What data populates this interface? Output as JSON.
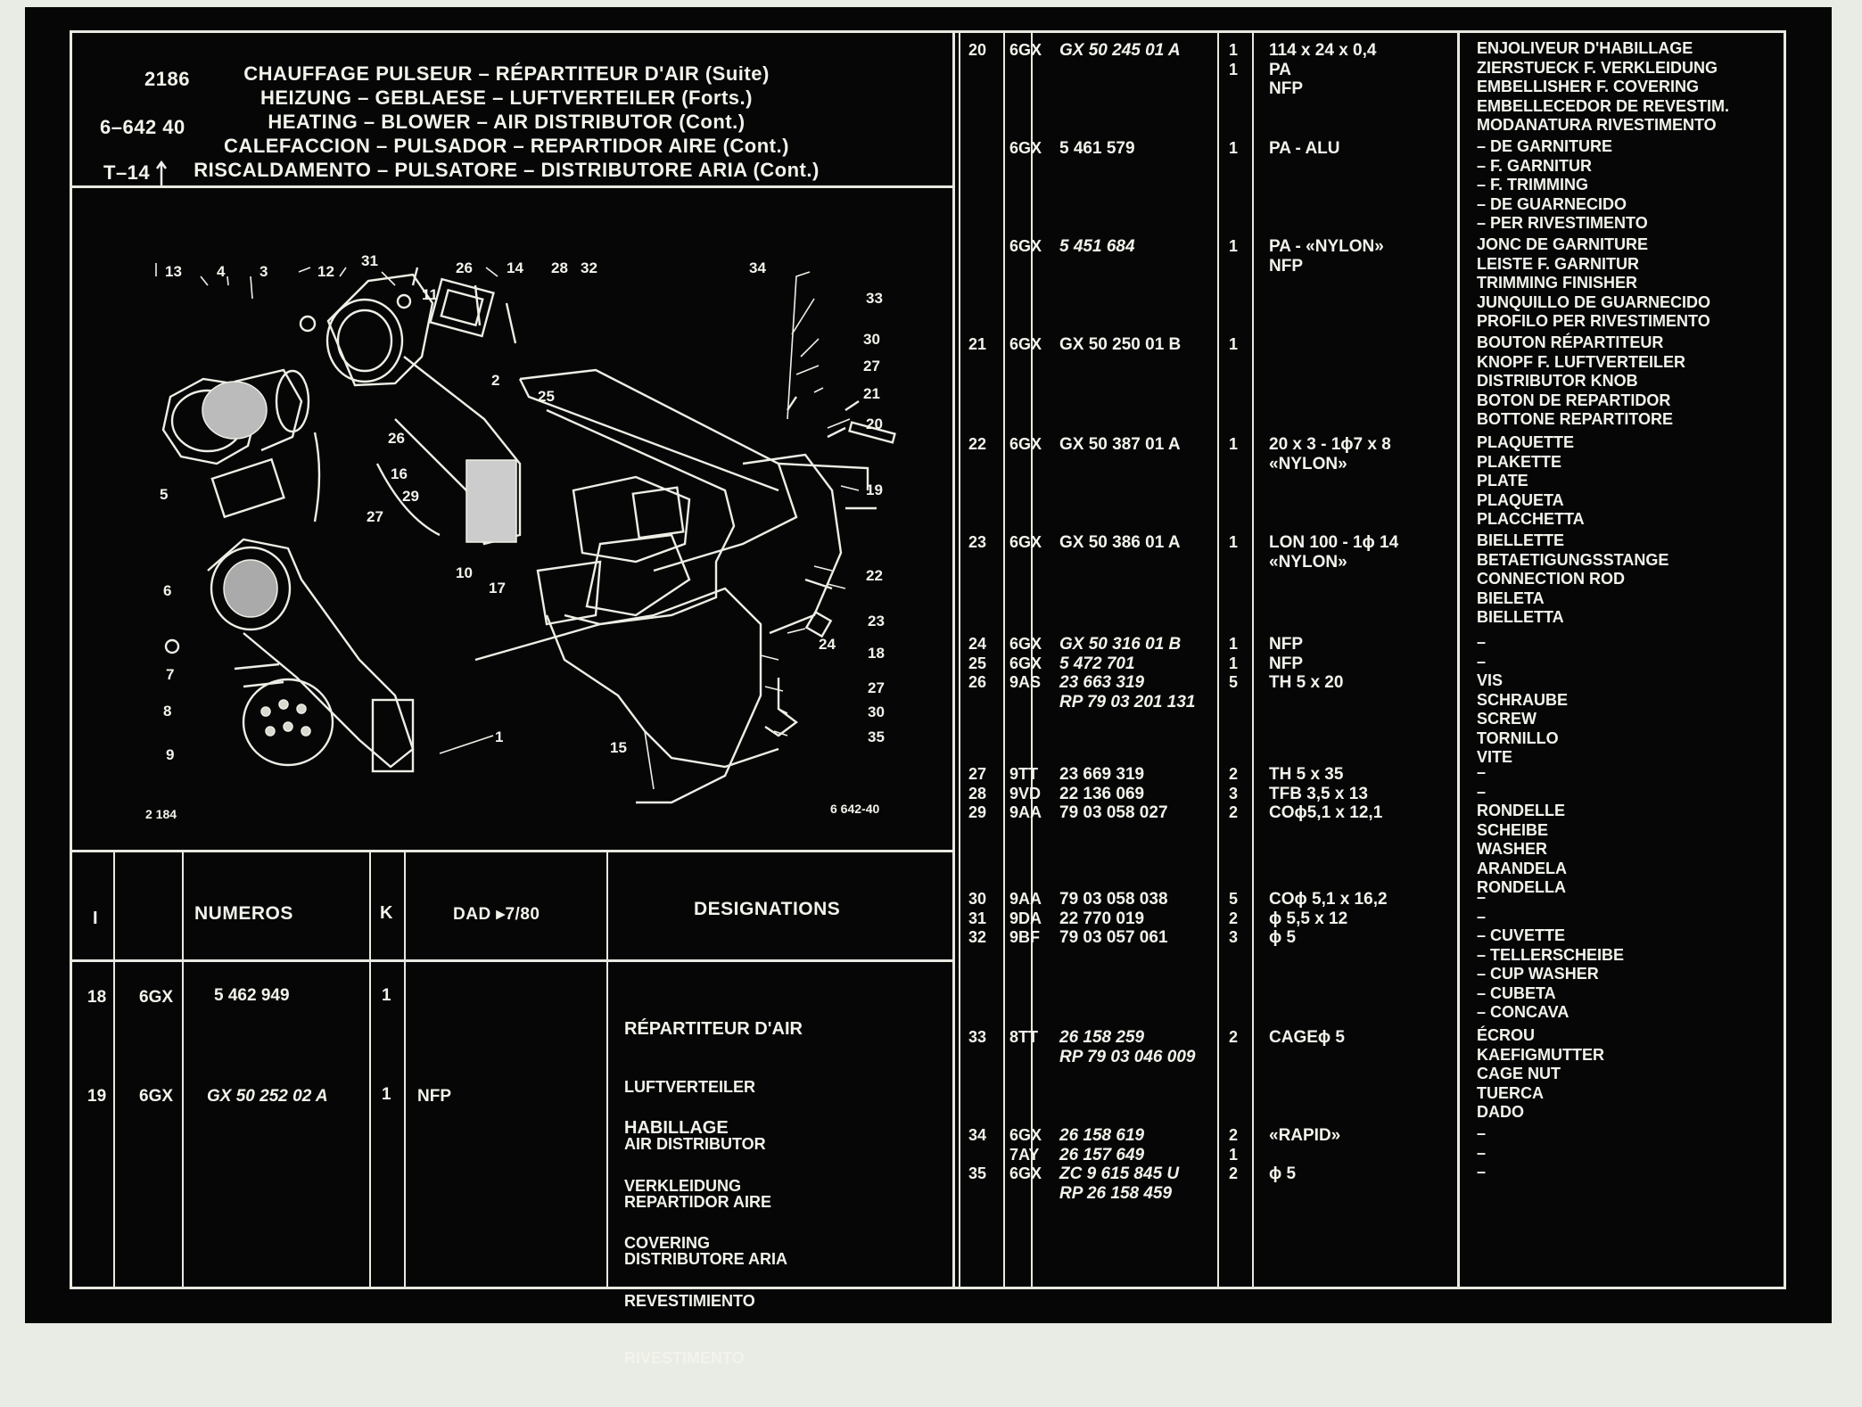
{
  "header": {
    "code_top": "2186",
    "code_mid": "6–642 40",
    "code_ref": "T–14",
    "lines": [
      "CHAUFFAGE  PULSEUR – RÉPARTITEUR D'AIR (Suite)",
      "HEIZUNG – GEBLAESE – LUFTVERTEILER (Forts.)",
      "HEATING – BLOWER – AIR DISTRIBUTOR (Cont.)",
      "CALEFACCION – PULSADOR – REPARTIDOR AIRE (Cont.)",
      "RISCALDAMENTO – PULSATORE – DISTRIBUTORE ARIA (Cont.)"
    ]
  },
  "diagram": {
    "ref_left": "2 184",
    "ref_right": "6 642-40",
    "callouts": [
      "13",
      "4",
      "3",
      "12",
      "31",
      "26",
      "14",
      "28",
      "32",
      "34",
      "33",
      "30",
      "27",
      "21",
      "20",
      "19",
      "22",
      "23",
      "24",
      "18",
      "27",
      "30",
      "35",
      "15",
      "1",
      "17",
      "10",
      "27",
      "29",
      "16",
      "26",
      "25",
      "2",
      "11",
      "5",
      "6",
      "7",
      "8",
      "9"
    ]
  },
  "columns": {
    "i": "I",
    "numeros": "NUMEROS",
    "k": "K",
    "dad": "DAD ▸7/80",
    "designations": "DESIGNATIONS"
  },
  "left_rows": [
    {
      "i": "18",
      "pref": "6GX",
      "num": "5 462 949",
      "k": "1",
      "dad": "",
      "desc": [
        "RÉPARTITEUR D'AIR",
        "LUFTVERTEILER",
        "AIR DISTRIBUTOR",
        "REPARTIDOR AIRE",
        "DISTRIBUTORE ARIA"
      ]
    },
    {
      "i": "19",
      "pref": "6GX",
      "num": "GX 50 252 02 A",
      "k": "1",
      "dad": "NFP",
      "desc": [
        "HABILLAGE",
        "VERKLEIDUNG",
        "COVERING",
        "REVESTIMIENTO",
        "RIVESTIMENTO"
      ]
    }
  ],
  "right_rows": [
    {
      "i": "20",
      "pref": "6GX",
      "num": "GX 50 245 01 A",
      "k": "1\n1",
      "dad": "114 x 24 x 0,4\nPA\nNFP",
      "desc": "ENJOLIVEUR D'HABILLAGE\nZIERSTUECK F. VERKLEIDUNG\nEMBELLISHER F. COVERING\nEMBELLECEDOR DE REVESTIM.\nMODANATURA RIVESTIMENTO"
    },
    {
      "i": "",
      "pref": "6GX",
      "num": "5 461 579",
      "k": "1",
      "dad": "PA - ALU",
      "desc": "– DE GARNITURE\n– F. GARNITUR\n– F. TRIMMING\n– DE GUARNECIDO\n– PER RIVESTIMENTO"
    },
    {
      "i": "",
      "pref": "6GX",
      "num": "5 451 684",
      "k": "1",
      "dad": "PA - «NYLON»\nNFP",
      "desc": "JONC DE GARNITURE\nLEISTE F. GARNITUR\nTRIMMING FINISHER\nJUNQUILLO DE GUARNECIDO\nPROFILO PER RIVESTIMENTO"
    },
    {
      "i": "21",
      "pref": "6GX",
      "num": "GX 50 250 01 B",
      "k": "1",
      "dad": "",
      "desc": "BOUTON RÉPARTITEUR\nKNOPF F. LUFTVERTEILER\nDISTRIBUTOR KNOB\nBOTON DE REPARTIDOR\nBOTTONE REPARTITORE"
    },
    {
      "i": "22",
      "pref": "6GX",
      "num": "GX 50 387 01 A",
      "k": "1",
      "dad": "20 x 3 - 1ϕ7 x 8\n«NYLON»",
      "desc": "PLAQUETTE\nPLAKETTE\nPLATE\nPLAQUETA\nPLACCHETTA"
    },
    {
      "i": "23",
      "pref": "6GX",
      "num": "GX 50 386 01 A",
      "k": "1",
      "dad": "LON 100 - 1ϕ 14\n«NYLON»",
      "desc": "BIELLETTE\nBETAETIGUNGSSTANGE\nCONNECTION ROD\nBIELETA\nBIELLETTA"
    },
    {
      "i": "24\n25\n26",
      "pref": "6GX\n6GX\n9AS",
      "num": "GX 50 316 01 B\n5 472 701\n23 663 319\nRP 79 03 201 131",
      "k": "1\n1\n5",
      "dad": "NFP\nNFP\nTH 5 x 20",
      "desc": "–\n–\nVIS\nSCHRAUBE\nSCREW\nTORNILLO\nVITE"
    },
    {
      "i": "27\n28\n29",
      "pref": "9TT\n9VD\n9AA",
      "num": "23 669 319\n22 136 069\n79 03 058 027",
      "k": "2\n3\n2",
      "dad": "TH 5 x 35\nTFB 3,5 x 13\nCOϕ5,1 x 12,1",
      "desc": "–\n–\nRONDELLE\nSCHEIBE\nWASHER\nARANDELA\nRONDELLA"
    },
    {
      "i": "30\n31\n32",
      "pref": "9AA\n9DA\n9BF",
      "num": "79 03 058 038\n22 770 019\n79 03 057 061",
      "k": "5\n2\n3",
      "dad": "COϕ 5,1 x 16,2\nϕ 5,5 x 12\nϕ 5",
      "desc": "–\n–\n– CUVETTE\n– TELLERSCHEIBE\n– CUP WASHER\n– CUBETA\n– CONCAVA"
    },
    {
      "i": "33",
      "pref": "8TT",
      "num": "26 158 259\nRP 79 03 046 009",
      "k": "2",
      "dad": "CAGEϕ 5",
      "desc": "ÉCROU\nKAEFIGMUTTER\nCAGE NUT\nTUERCA\nDADO"
    },
    {
      "i": "34\n\n35",
      "pref": "6GX\n7AY\n6GX",
      "num": "26 158 619\n26 157 649\nZC 9 615 845 U\nRP 26 158 459",
      "k": "2\n1\n2",
      "dad": "«RAPID»\n\nϕ 5",
      "desc": "–\n–\n–"
    }
  ]
}
